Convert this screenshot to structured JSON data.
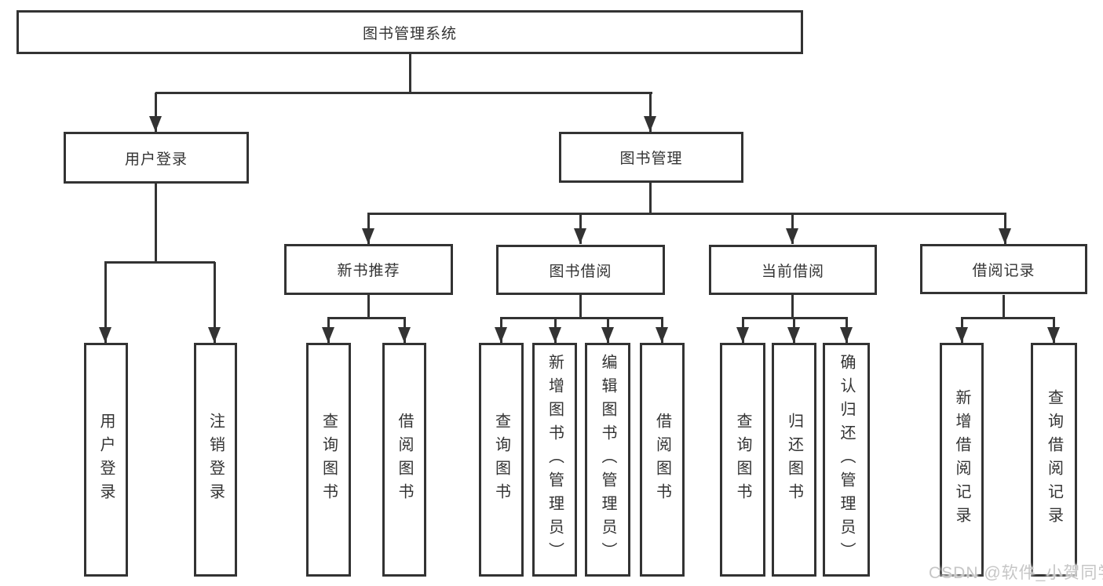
{
  "diagram": {
    "root": {
      "label": "图书管理系统"
    },
    "level2": [
      {
        "label": "用户登录"
      },
      {
        "label": "图书管理"
      }
    ],
    "level3": [
      {
        "label": "新书推荐"
      },
      {
        "label": "图书借阅"
      },
      {
        "label": "当前借阅"
      },
      {
        "label": "借阅记录"
      }
    ],
    "leaves": [
      {
        "label": "用户登录"
      },
      {
        "label": "注销登录"
      },
      {
        "label": "查询图书"
      },
      {
        "label": "借阅图书"
      },
      {
        "label": "查询图书"
      },
      {
        "label": "新增图书（管理员）"
      },
      {
        "label": "编辑图书（管理员）"
      },
      {
        "label": "借阅图书"
      },
      {
        "label": "查询图书"
      },
      {
        "label": "归还图书"
      },
      {
        "label": "确认归还（管理员）"
      },
      {
        "label": "新增借阅记录"
      },
      {
        "label": "查询借阅记录"
      }
    ],
    "colors": {
      "line": "#333333",
      "text": "#333333",
      "background": "#ffffff",
      "watermark": "#c6c6c6"
    }
  },
  "watermark": {
    "label": "CSDN @软件_小贺同学"
  }
}
